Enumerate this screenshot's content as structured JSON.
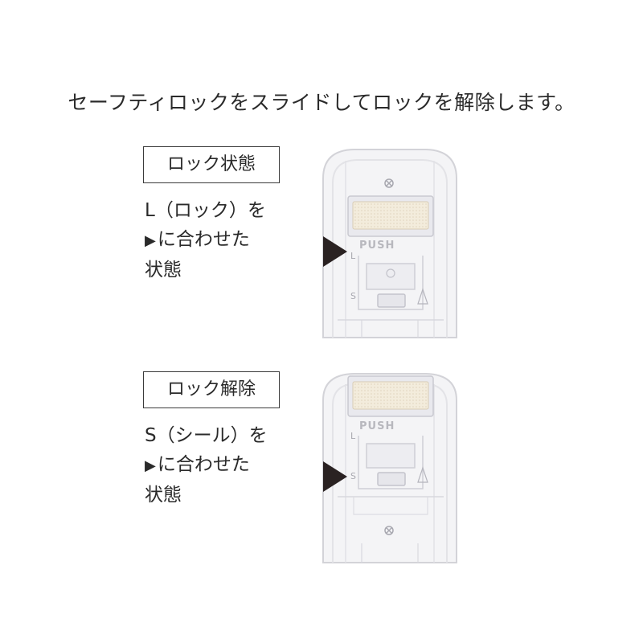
{
  "heading": "セーフティロックをスライドしてロックを解除します。",
  "panels": {
    "lock": {
      "label": "ロック状態",
      "line1": "L（ロック）を",
      "line2_mark": "▶",
      "line2": "に合わせた",
      "line3": "状態"
    },
    "release": {
      "label": "ロック解除",
      "line1": "S（シール）を",
      "line2_mark": "▶",
      "line2": "に合わせた",
      "line3": "状態"
    }
  },
  "device": {
    "button_label": "PUSH",
    "mark_L": "L",
    "mark_S": "S"
  }
}
